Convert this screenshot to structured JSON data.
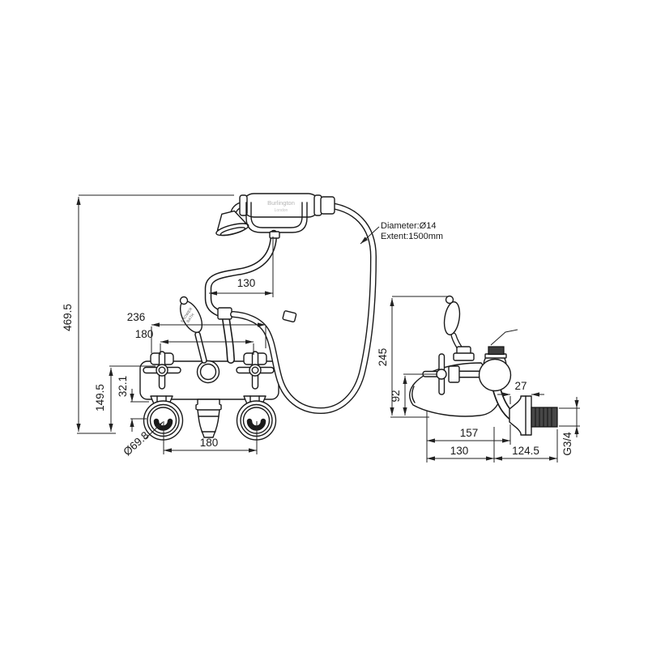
{
  "page": {
    "background": "#ffffff",
    "line_color": "#1a1a1a"
  },
  "front_view": {
    "dimensions": {
      "overall_height": "469.5",
      "pipe_to_cradle_offset": "130",
      "overall_width": "236",
      "valve_centres_width": "180",
      "flange_to_handle_height": "149.5",
      "nut_to_flange_centre": "32.1",
      "flange_diameter": "Ø69.8",
      "flange_centres_width": "180"
    },
    "labels": {
      "brand_line1": "Burlington",
      "brand_line2": "London",
      "diverter_word1": "SHOWER",
      "diverter_word2": "BATH"
    }
  },
  "side_view": {
    "dimensions": {
      "overall_height": "245",
      "handle_to_spout_height": "92",
      "flange_depth": "27",
      "spout_tip_to_wall": "157",
      "spout_reach": "130",
      "wall_pipe_length": "124.5",
      "thread_size": "G3/4"
    }
  },
  "annotations": {
    "hose_note_line1": "Diameter:Ø14",
    "hose_note_line2": "Extent:1500mm"
  }
}
